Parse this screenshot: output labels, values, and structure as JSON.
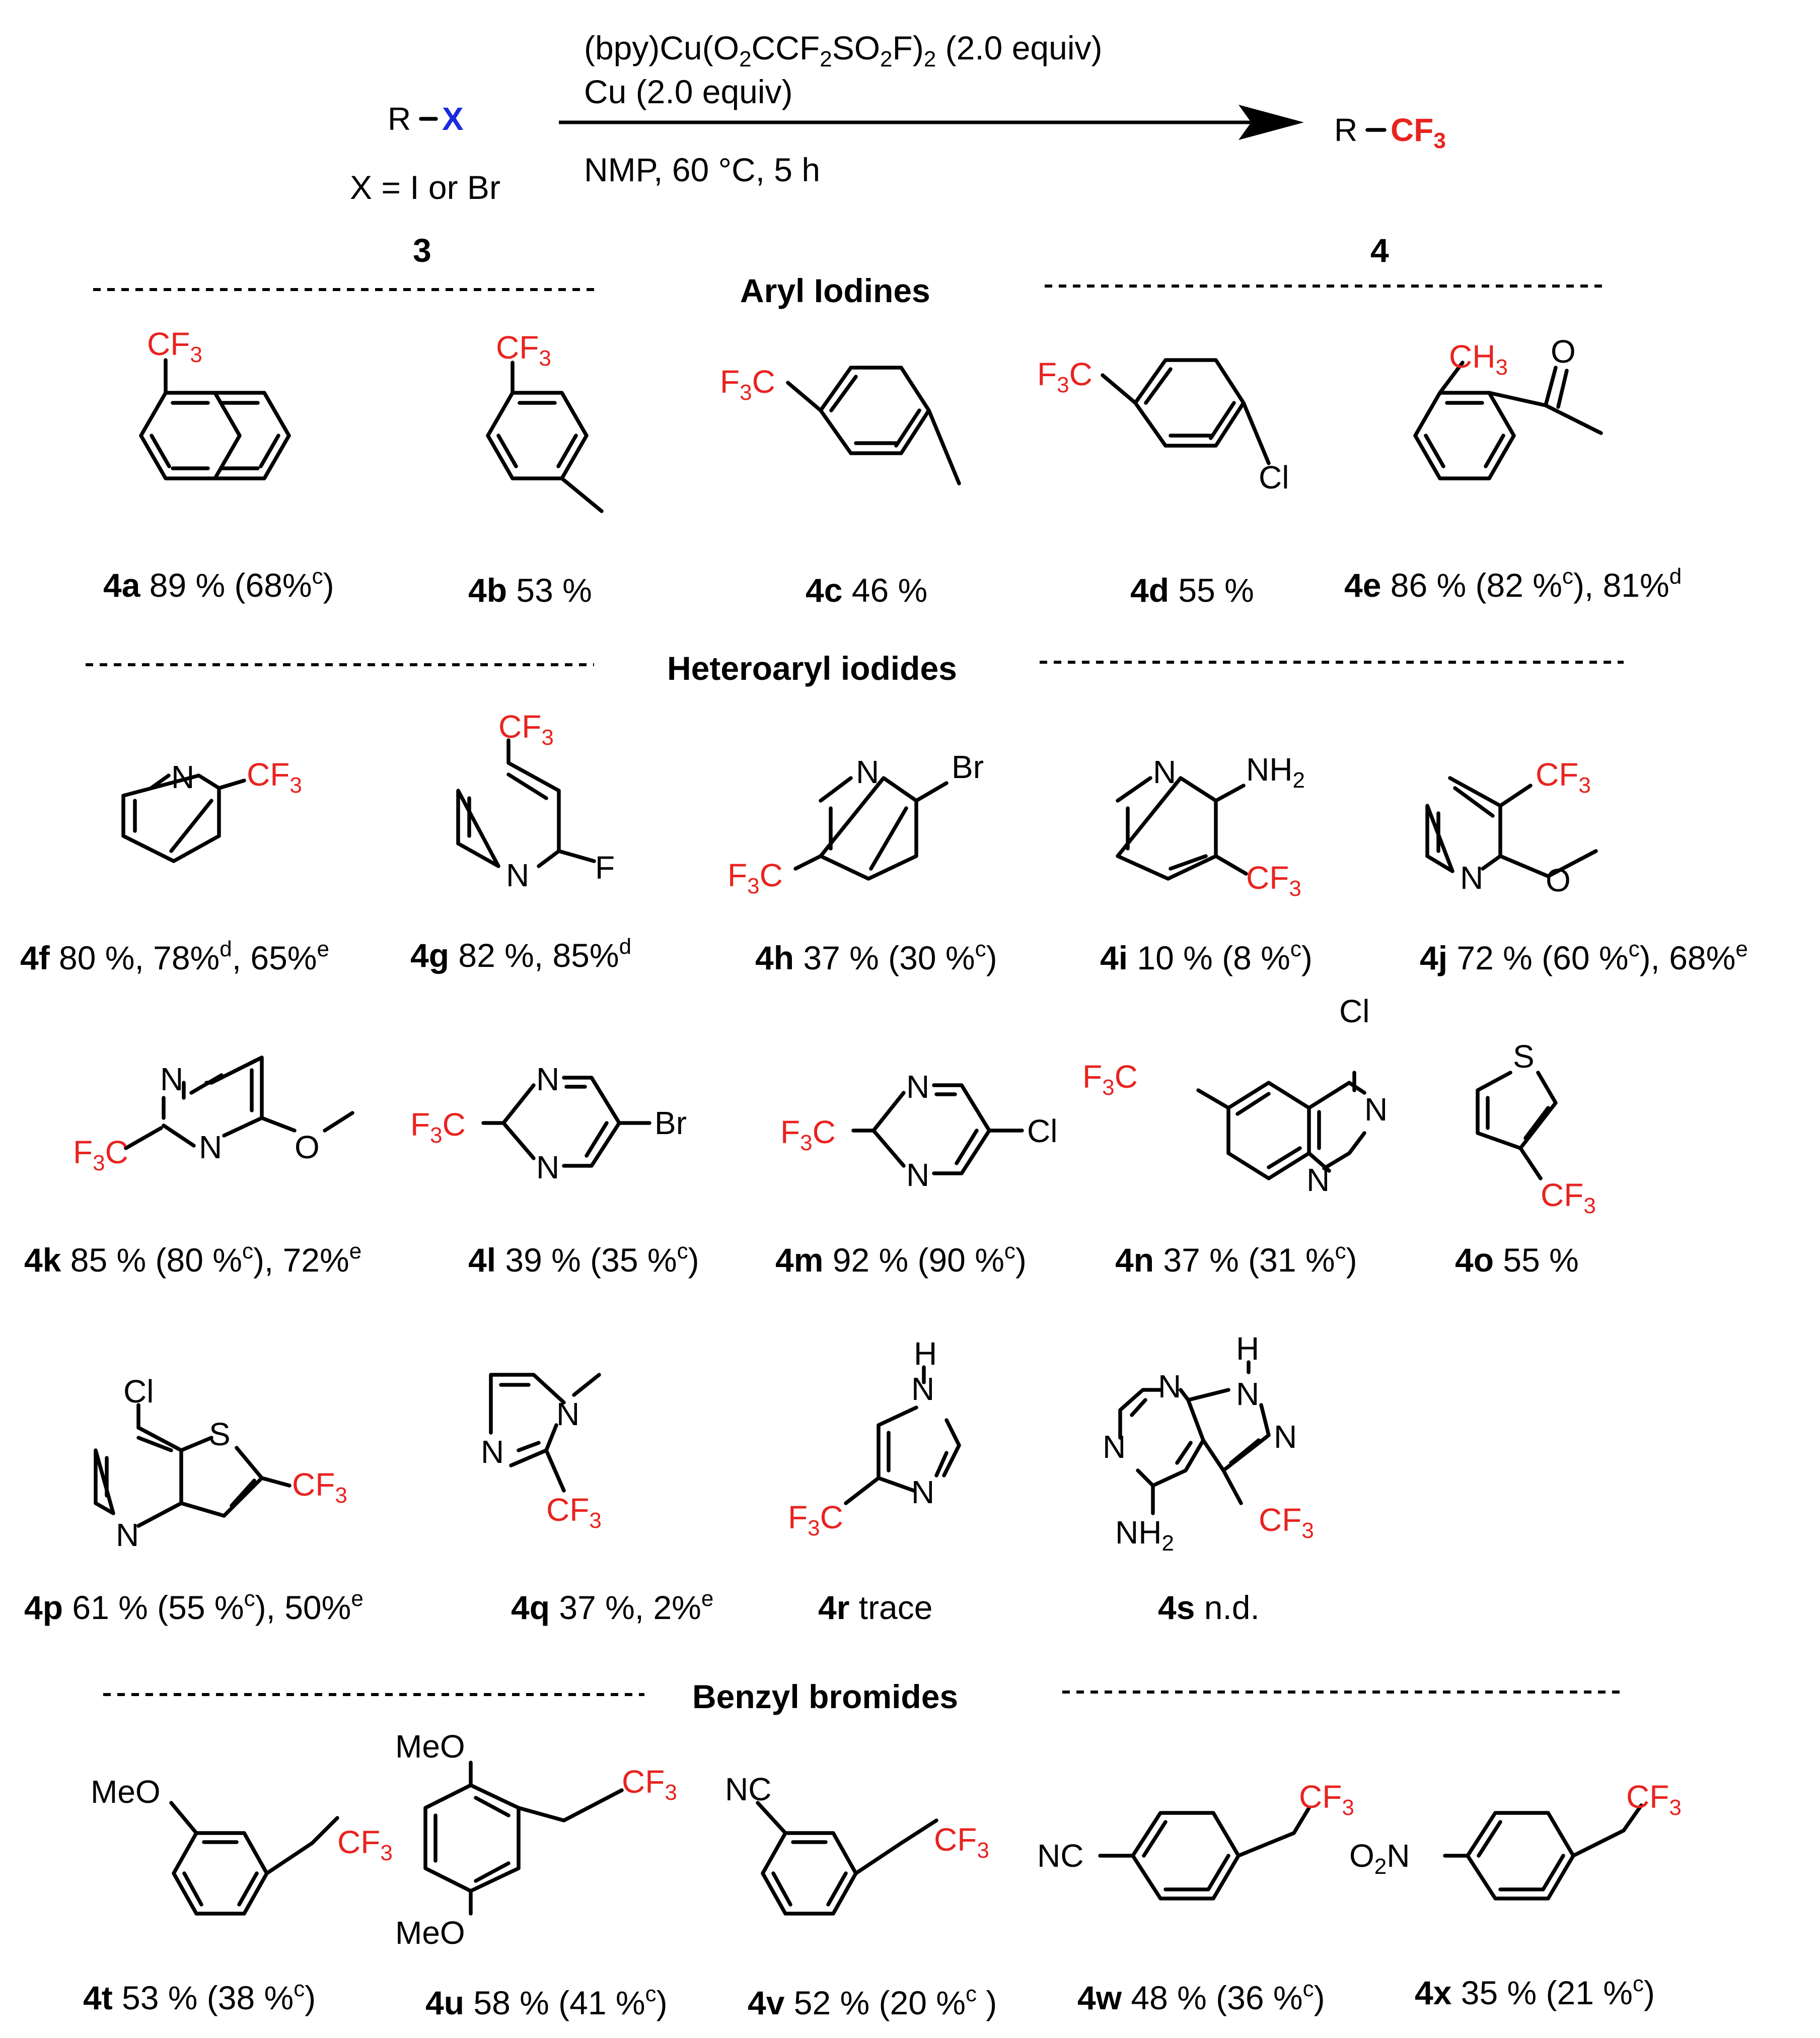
{
  "colors": {
    "cf3": "#e8231f",
    "halide": "#1a2cdc",
    "ink": "#000000"
  },
  "reaction": {
    "reactant_r": "R",
    "reactant_x": "X",
    "x_def": "X = I or Br",
    "reagent1_a": "(bpy)Cu(O",
    "reagent1_s1": "2",
    "reagent1_b": "CCF",
    "reagent1_s2": "2",
    "reagent1_c": "SO",
    "reagent1_s3": "2",
    "reagent1_d": "F)",
    "reagent1_s4": "2",
    "reagent1_e": " (2.0 equiv)",
    "reagent2": "Cu (2.0 equiv)",
    "conditions": "NMP, 60 °C, 5 h",
    "product_r": "R",
    "product_cf": "CF",
    "product_sub": "3",
    "reactant_num": "3",
    "product_num": "4"
  },
  "sections": {
    "aryl": "Aryl Iodines",
    "heteroaryl": "Heteroaryl iodides",
    "benzyl": "Benzyl bromides"
  },
  "atoms": {
    "CF": "CF",
    "F3C": "F",
    "sub3": "3",
    "C": "C",
    "CH": "CH",
    "O": "O",
    "Cl": "Cl",
    "N": "N",
    "Br": "Br",
    "F": "F",
    "NH": "NH",
    "sub2": "2",
    "S": "S",
    "H": "H",
    "MeO": "MeO",
    "NC": "NC",
    "O2N_O": "O",
    "O2N_N": "N"
  },
  "compounds": [
    {
      "id": "4a",
      "yield": " 89 % (68%",
      "sup": "c",
      "tail": ")"
    },
    {
      "id": "4b",
      "yield": " 53 %",
      "sup": "",
      "tail": ""
    },
    {
      "id": "4c",
      "yield": " 46 %",
      "sup": "",
      "tail": ""
    },
    {
      "id": "4d",
      "yield": " 55 %",
      "sup": "",
      "tail": ""
    },
    {
      "id": "4e",
      "yield": " 86 % (82 %",
      "sup": "c",
      "tail": "), 81%",
      "sup2": "d"
    },
    {
      "id": "4f",
      "yield": " 80 %, 78%",
      "sup": "d",
      "tail": ", 65%",
      "sup2": "e"
    },
    {
      "id": "4g",
      "yield": " 82 %, 85%",
      "sup": "d",
      "tail": ""
    },
    {
      "id": "4h",
      "yield": " 37 % (30 %",
      "sup": "c",
      "tail": ")"
    },
    {
      "id": "4i",
      "yield": " 10 % (8 %",
      "sup": "c",
      "tail": ")"
    },
    {
      "id": "4j",
      "yield": " 72 % (60 %",
      "sup": "c",
      "tail": "), 68%",
      "sup2": "e"
    },
    {
      "id": "4k",
      "yield": " 85 % (80 %",
      "sup": "c",
      "tail": "), 72%",
      "sup2": "e"
    },
    {
      "id": "4l",
      "yield": " 39 % (35 %",
      "sup": "c",
      "tail": ")"
    },
    {
      "id": "4m",
      "yield": " 92 % (90 %",
      "sup": "c",
      "tail": ")"
    },
    {
      "id": "4n",
      "yield": " 37 % (31 %",
      "sup": "c",
      "tail": ")"
    },
    {
      "id": "4o",
      "yield": " 55 %",
      "sup": "",
      "tail": ""
    },
    {
      "id": "4p",
      "yield": " 61 % (55 %",
      "sup": "c",
      "tail": "), 50%",
      "sup2": "e"
    },
    {
      "id": "4q",
      "yield": " 37 %, 2%",
      "sup": "e",
      "tail": ""
    },
    {
      "id": "4r",
      "yield": " trace",
      "sup": "",
      "tail": ""
    },
    {
      "id": "4s",
      "yield": " n.d.",
      "sup": "",
      "tail": ""
    },
    {
      "id": "4t",
      "yield": " 53 % (38 %",
      "sup": "c",
      "tail": ")"
    },
    {
      "id": "4u",
      "yield": " 58 % (41 %",
      "sup": "c",
      "tail": ")"
    },
    {
      "id": "4v",
      "yield": " 52 % (20 %",
      "sup": "c",
      "tail": " )"
    },
    {
      "id": "4w",
      "yield": " 48 % (36 %",
      "sup": "c",
      "tail": ")"
    },
    {
      "id": "4x",
      "yield": " 35 % (21 %",
      "sup": "c",
      "tail": ")"
    }
  ]
}
